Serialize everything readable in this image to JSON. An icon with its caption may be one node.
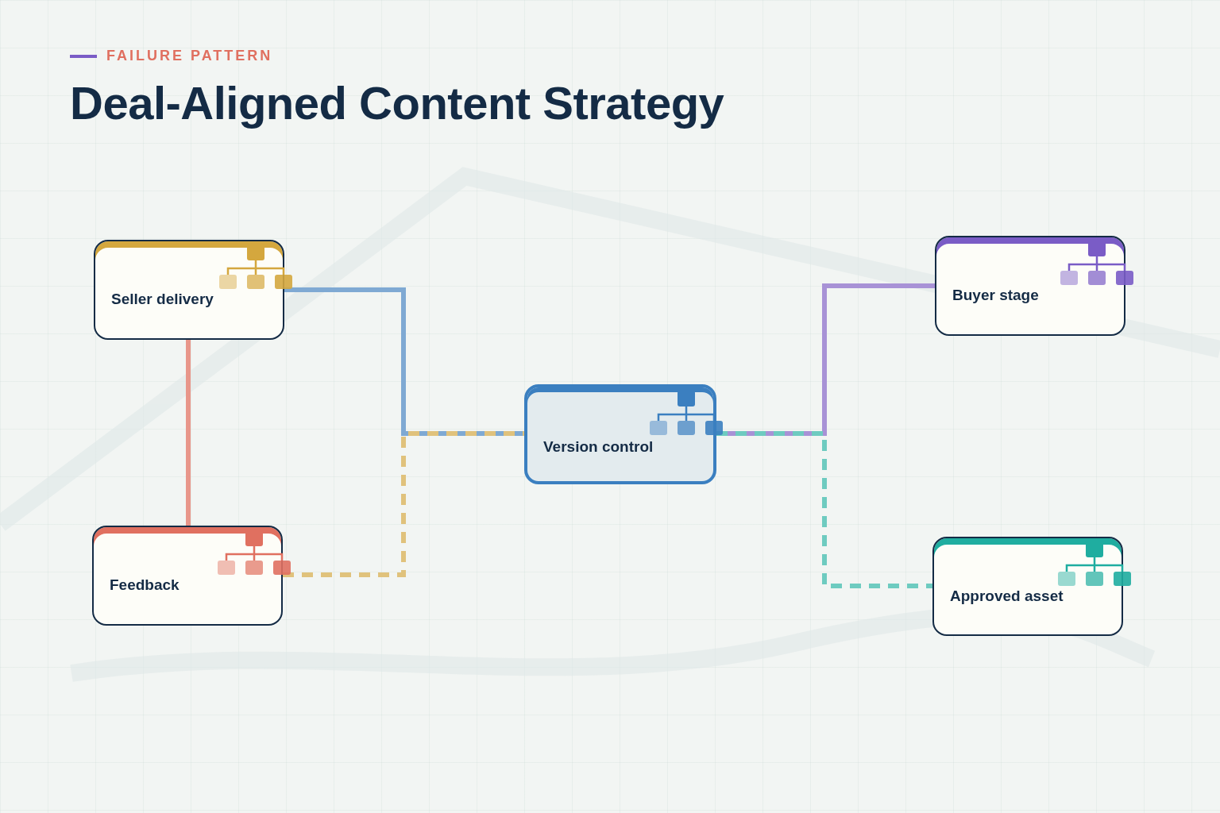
{
  "diagram": {
    "title": "Deal-Aligned Content Strategy",
    "nodes": [
      {
        "text": [
          "Seller delivery"
        ]
      },
      {
        "text": [
          "Feedback"
        ]
      },
      {
        "text": [
          "Version control"
        ]
      },
      {
        "text": [
          "Buyer stage"
        ]
      },
      {
        "text": [
          "Approved asset"
        ]
      }
    ],
    "edges": [
      {
        "from": 0,
        "to": 2,
        "arrow": "none",
        "color": "#7fa9d3"
      },
      {
        "from": 0,
        "to": 1,
        "arrow": "none",
        "color": "#e8968a"
      },
      {
        "from": 1,
        "to": 2,
        "arrow": "none",
        "style": "dashed",
        "color": "#e0c27c"
      },
      {
        "from": 2,
        "to": 3,
        "arrow": "none",
        "color": "#a892d6"
      },
      {
        "from": 2,
        "to": 4,
        "arrow": "none",
        "style": "dashed",
        "color": "#6ecbc0"
      }
    ],
    "labels": [
      "FAILURE PATTERN"
    ]
  }
}
